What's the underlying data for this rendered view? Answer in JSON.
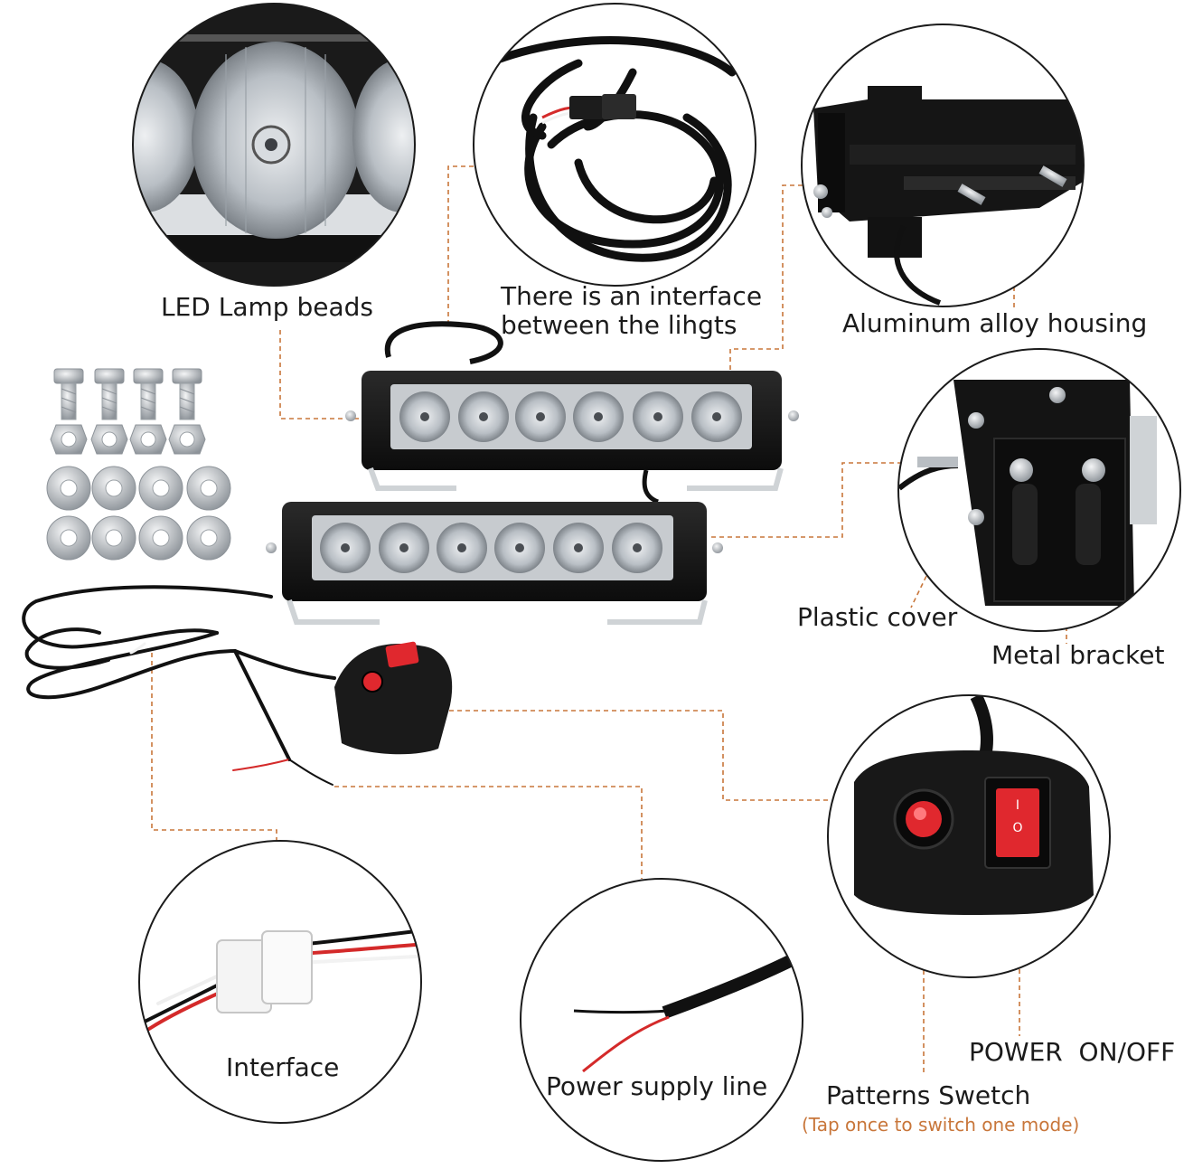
{
  "labels": {
    "led_beads": "LED Lamp beads",
    "interface_between_line1": "There is an interface",
    "interface_between_line2": "between the lihgts",
    "housing": "Aluminum alloy housing",
    "plastic_cover": "Plastic cover",
    "metal_bracket": "Metal bracket",
    "interface": "Interface",
    "power_supply": "Power supply line",
    "patterns_switch": "Patterns Swetch",
    "patterns_note": "(Tap once to switch one mode)",
    "power_onoff": "POWER  ON/OFF"
  },
  "switch_marks": {
    "on": "I",
    "off": "O"
  },
  "colors": {
    "leader": "#c8763a",
    "housing": "#141414",
    "switch_red": "#e0282e",
    "wire_red": "#d42a2a",
    "steel": "#c9cdd1"
  }
}
